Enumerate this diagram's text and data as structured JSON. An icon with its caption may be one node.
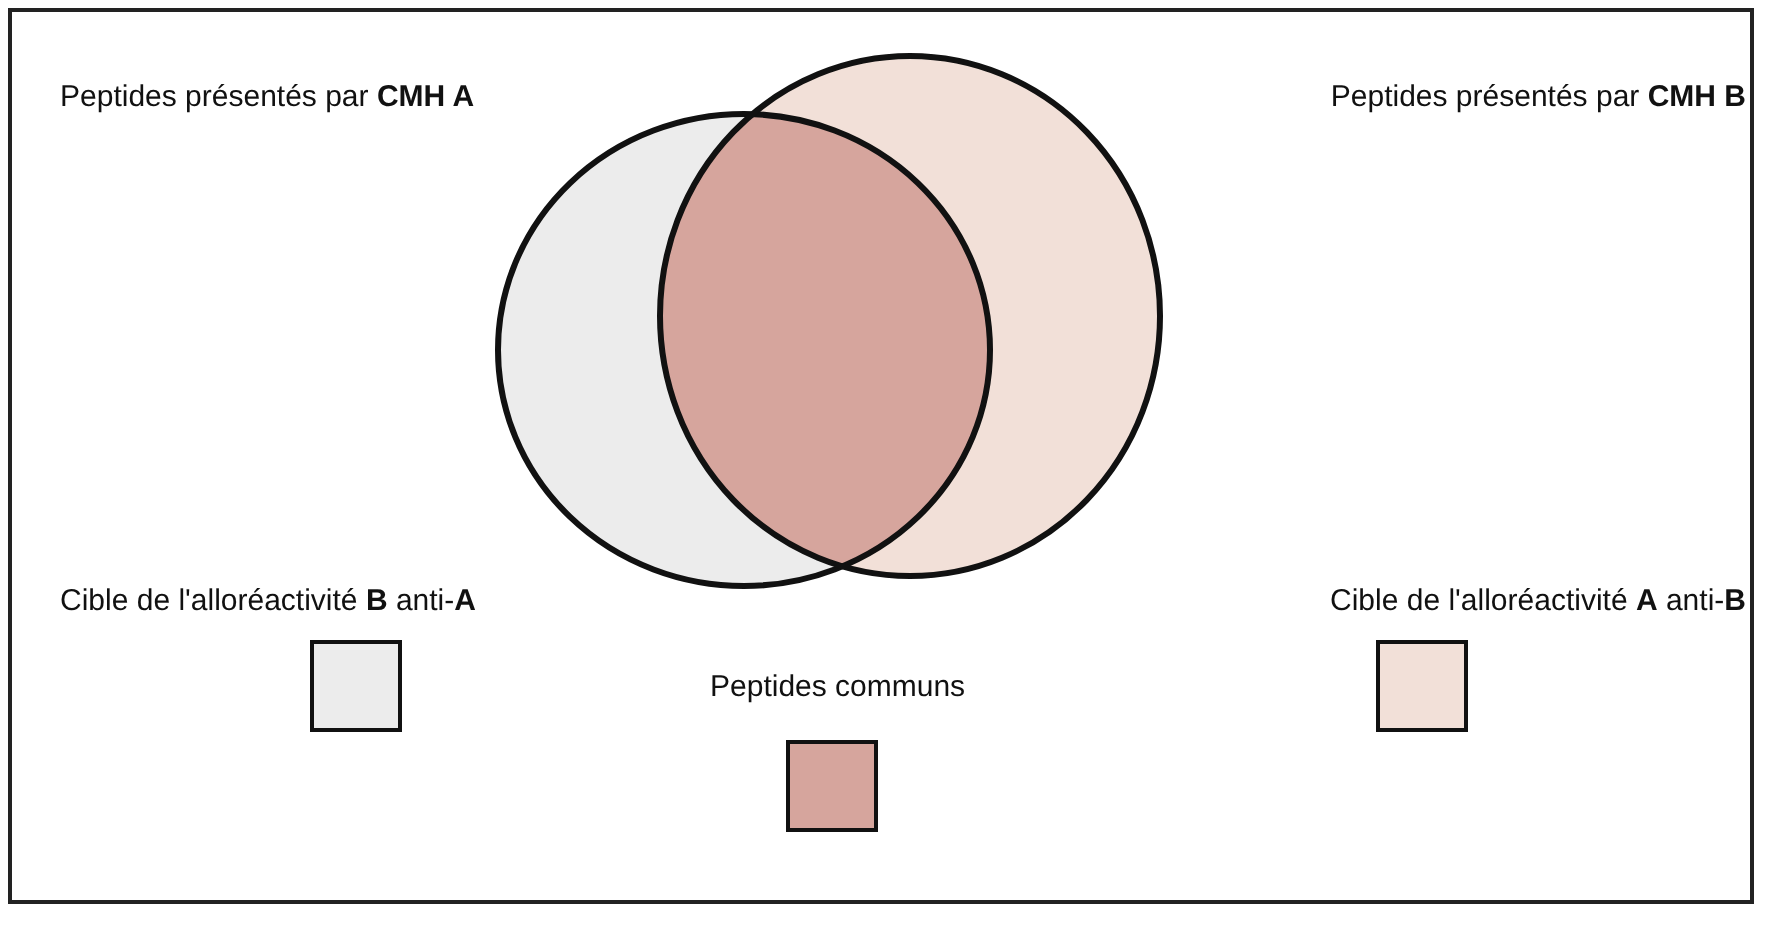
{
  "diagram": {
    "nodes": [
      {
        "text": [
          "Peptides présentés par **CMH A**"
        ]
      },
      {
        "text": [
          "Peptides présentés par **CMH B**"
        ]
      }
    ],
    "legend": [
      {
        "text": "Cible de l'alloréactivité **B** anti-**A**",
        "color": "#ececec"
      },
      {
        "text": "Cible de l'alloréactivité **A** anti-**B**",
        "color": "#f2e0d8"
      },
      {
        "text": "Peptides communs",
        "color": "#d6a59d"
      }
    ]
  }
}
